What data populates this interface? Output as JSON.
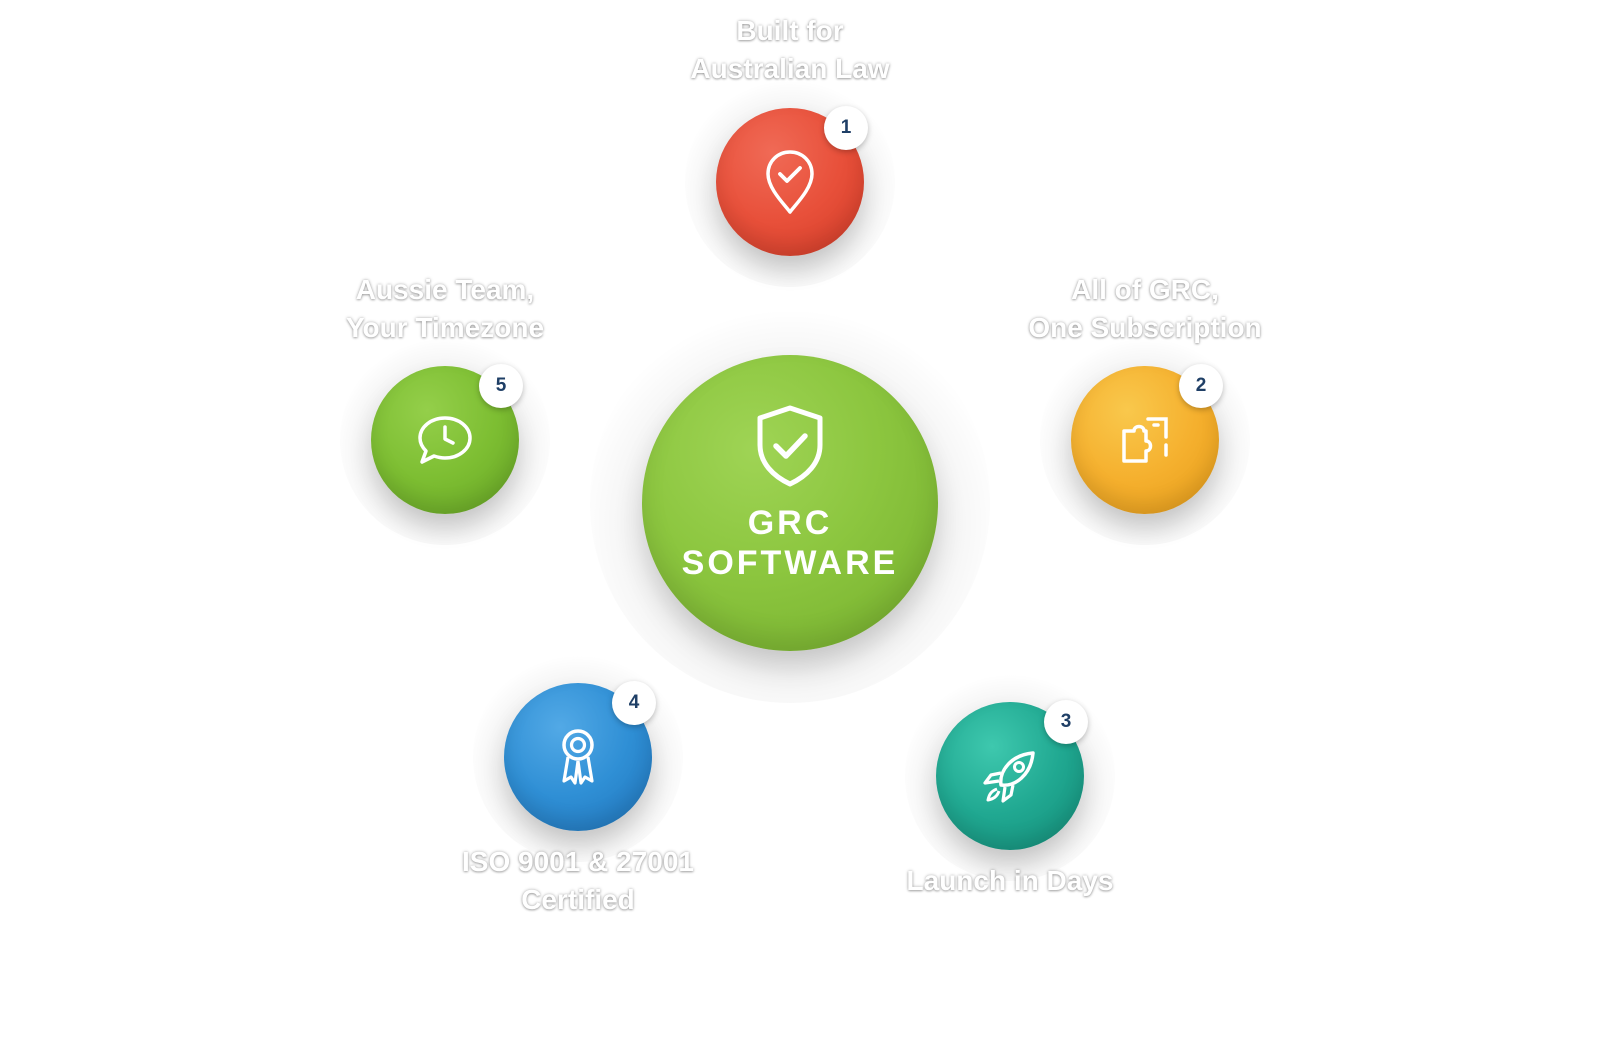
{
  "center": {
    "line1": "GRC",
    "line2": "SOFTWARE",
    "icon": "shield-check-icon",
    "color": "#8cc63f"
  },
  "features": [
    {
      "number": "1",
      "line1": "Built for",
      "line2": "Australian Law",
      "icon": "location-check-icon",
      "color": "#e8503a"
    },
    {
      "number": "2",
      "line1": "All of GRC,",
      "line2": "One Subscription",
      "icon": "puzzle-icon",
      "color": "#f5b02e"
    },
    {
      "number": "3",
      "line1": "Launch in Days",
      "line2": "",
      "icon": "rocket-icon",
      "color": "#20a891"
    },
    {
      "number": "4",
      "line1": "ISO 9001 & 27001",
      "line2": "Certified",
      "icon": "award-ribbon-icon",
      "color": "#2f8fd5"
    },
    {
      "number": "5",
      "line1": "Aussie Team,",
      "line2": "Your Timezone",
      "icon": "chat-clock-icon",
      "color": "#7dbe32"
    }
  ]
}
